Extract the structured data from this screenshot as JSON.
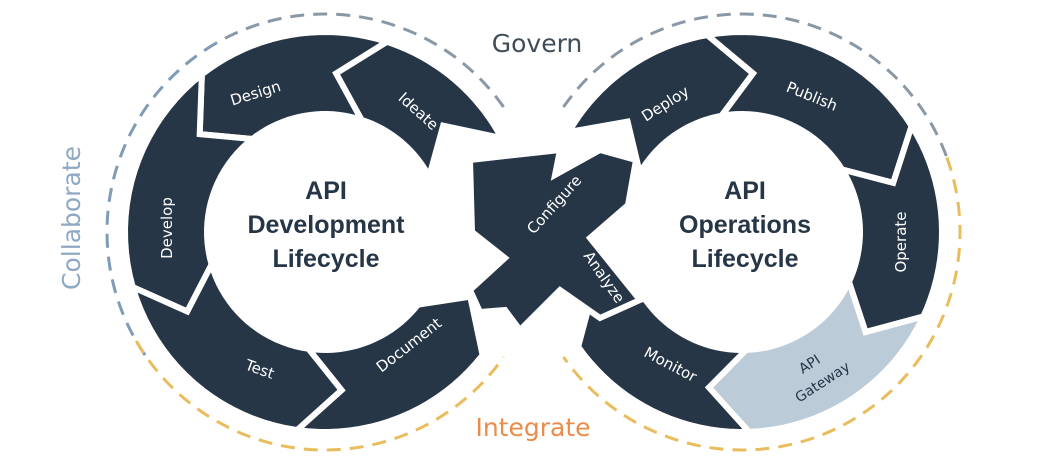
{
  "themes": {
    "govern": {
      "label": "Govern",
      "color": "#3f4d5a"
    },
    "collaborate": {
      "label": "Collaborate",
      "color": "#8fa9c2"
    },
    "integrate": {
      "label": "Integrate",
      "color": "#ea8c4a"
    }
  },
  "colors": {
    "segment": "#263646",
    "highlight_segment": "#bccbd8",
    "dash_top": "#8a98a6",
    "dash_left": "#7f9bb5",
    "dash_bottom": "#e9bd5e"
  },
  "left_cycle": {
    "title_lines": [
      "API",
      "Development",
      "Lifecycle"
    ],
    "segments": [
      "Ideate",
      "Design",
      "Develop",
      "Test",
      "Document"
    ]
  },
  "right_cycle": {
    "title_lines": [
      "API",
      "Operations",
      "Lifecycle"
    ],
    "segments": [
      "Deploy",
      "Publish",
      "Operate",
      "API Gateway",
      "Monitor"
    ],
    "highlight_lines": [
      "API",
      "Gateway"
    ]
  },
  "crossover": {
    "segments": [
      "Configure",
      "Analyze"
    ]
  }
}
